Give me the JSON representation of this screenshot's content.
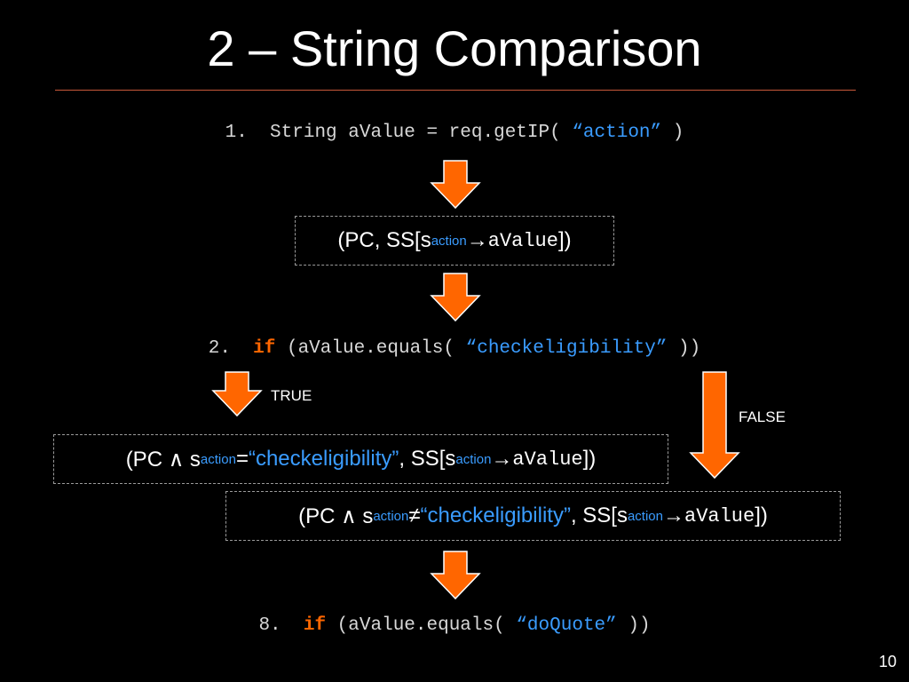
{
  "slide": {
    "title": "2 – String Comparison",
    "page_number": "10"
  },
  "line1": {
    "prefix": "1.  String aValue = req.getIP( ",
    "string": "“action”",
    "suffix": " )"
  },
  "state1": {
    "open": "(PC, SS[s",
    "sub": "action",
    "arrow": " → ",
    "var": "aValue",
    "close": "])"
  },
  "line2": {
    "prefix": "2.  ",
    "keyword": "if",
    "middle": " (aValue.equals( ",
    "string": "“checkeligibility”",
    "suffix": " ))"
  },
  "branch_labels": {
    "true_label": "TRUE",
    "false_label": "FALSE"
  },
  "state_true": {
    "open": "(PC ∧ s",
    "sub": "action",
    "op": " = ",
    "string": "“checkeligibility”",
    "mid": ", SS[s",
    "sub2": "action",
    "arrow": " → ",
    "var": "aValue",
    "close": "])"
  },
  "state_false": {
    "open": "(PC ∧ s",
    "sub": "action",
    "op": " ≠ ",
    "string": "“checkeligibility”",
    "mid": ", SS[s",
    "sub2": "action",
    "arrow": " → ",
    "var": "aValue",
    "close": "])"
  },
  "line8": {
    "prefix": "8.  ",
    "keyword": "if",
    "middle": " (aValue.equals( ",
    "string": "“doQuote”",
    "suffix": " ))"
  },
  "colors": {
    "background": "#000000",
    "arrow_fill": "#ff6600",
    "arrow_stroke": "#ffffff",
    "keyword": "#ff6600",
    "string": "#3a9cff",
    "rule": "#c8583a"
  }
}
